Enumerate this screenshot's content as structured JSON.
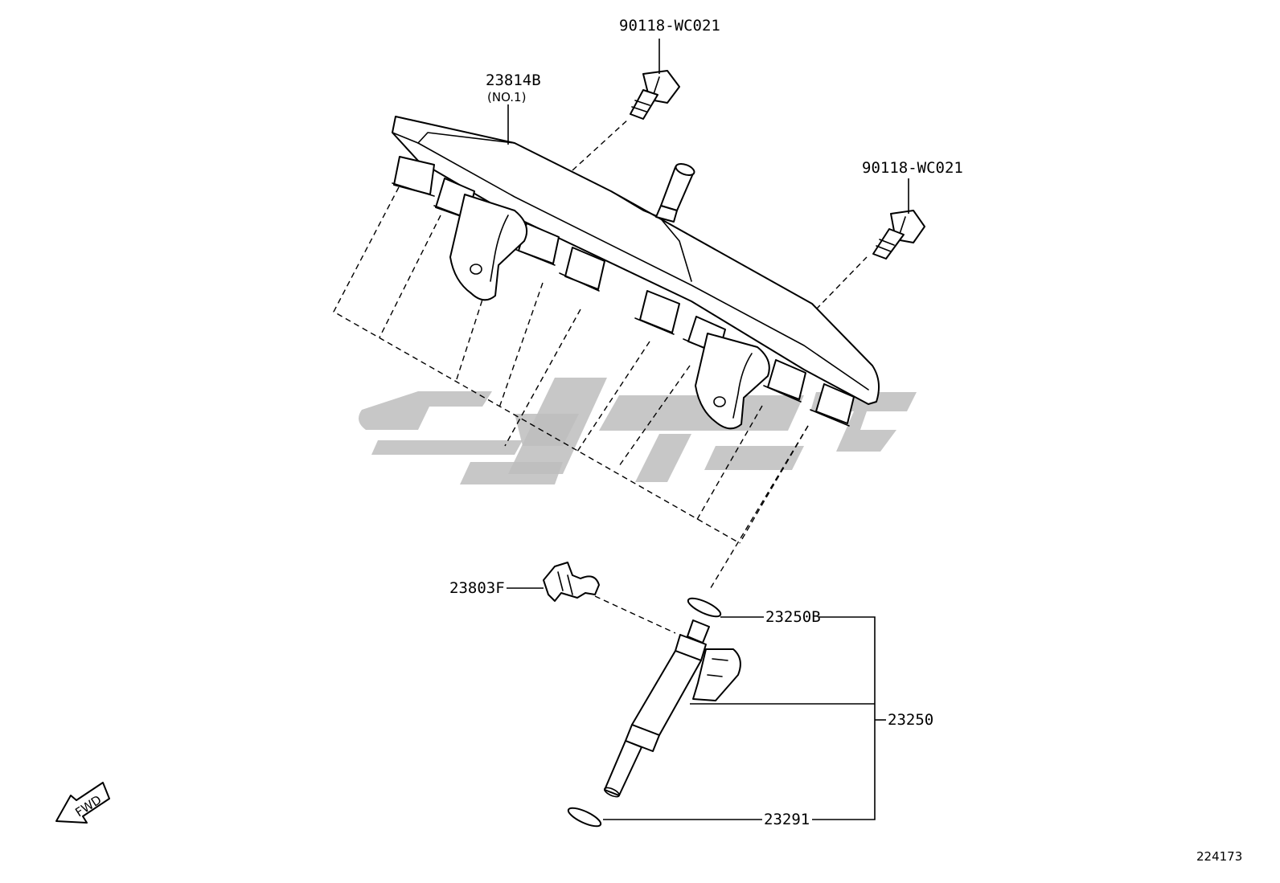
{
  "labels": {
    "bolt_top": "90118-WC021",
    "bolt_right": "90118-WC021",
    "fuel_rail": "23814B",
    "fuel_rail_note": "(NO.1)",
    "clip": "23803F",
    "oring_top": "23250B",
    "injector": "23250",
    "oring_bottom": "23291",
    "fwd": "FWD",
    "ref_number": "224173"
  }
}
